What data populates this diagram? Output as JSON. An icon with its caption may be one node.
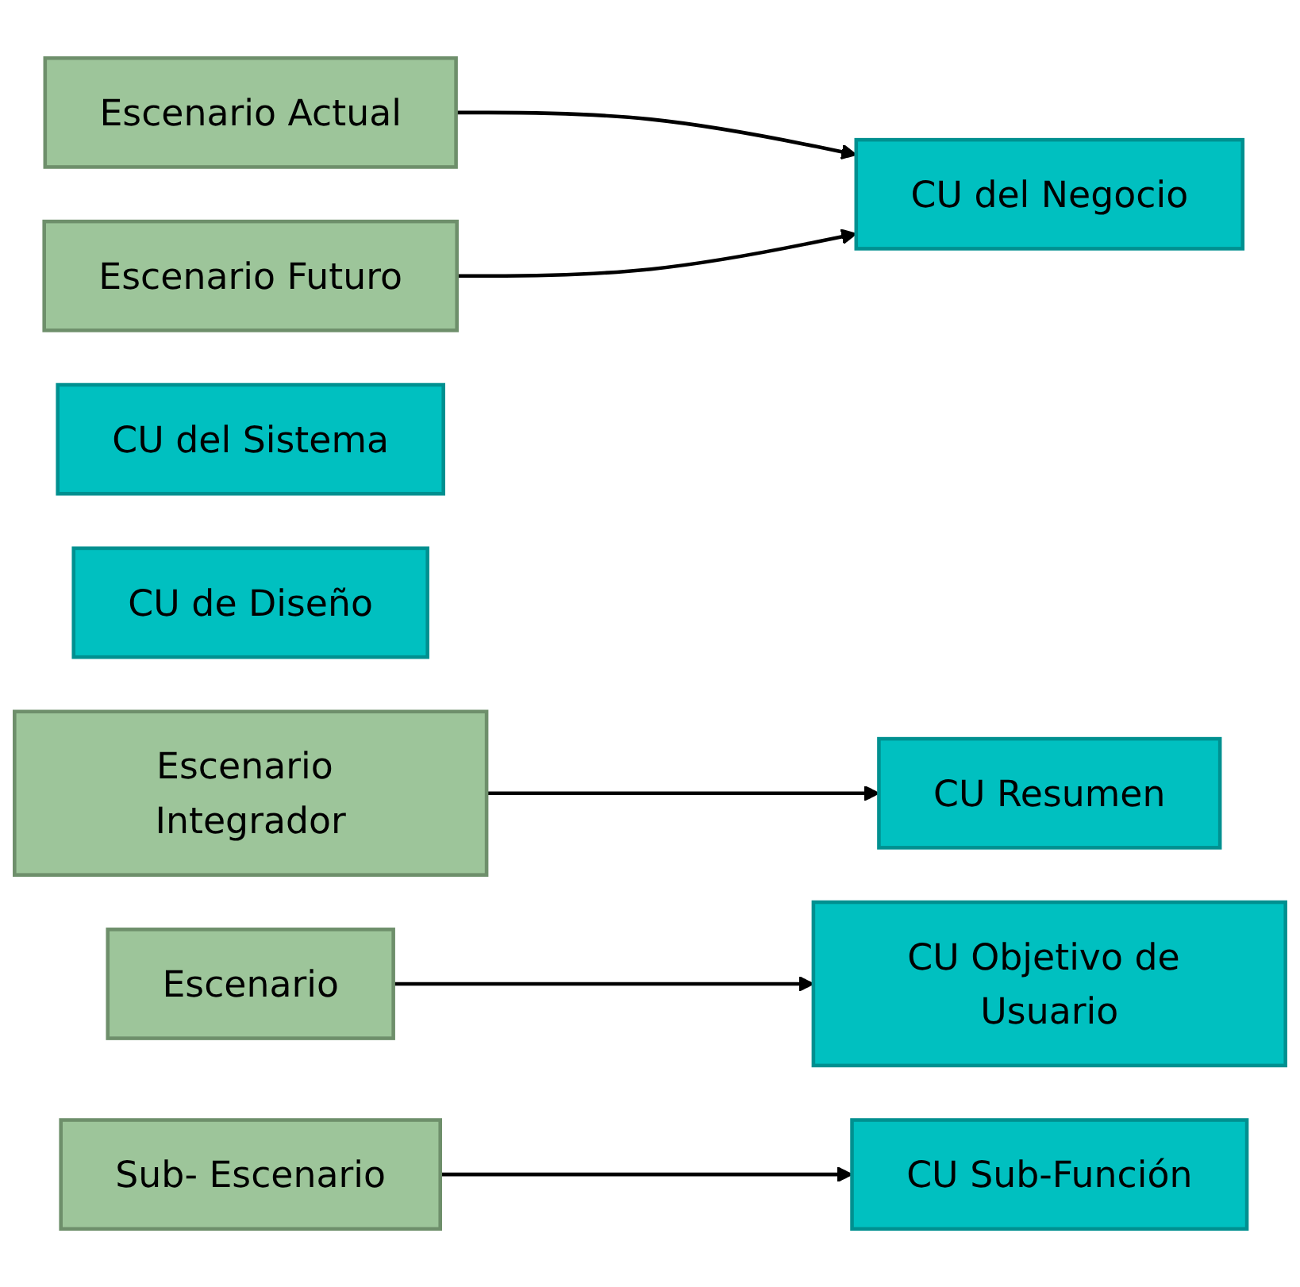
{
  "diagram": {
    "nodes": [
      {
        "text": [
          "Escenario Actual"
        ]
      },
      {
        "text": [
          "Escenario Futuro"
        ]
      },
      {
        "text": [
          "CU del Negocio"
        ]
      },
      {
        "text": [
          "CU del Sistema"
        ]
      },
      {
        "text": [
          "CU de Diseño"
        ]
      },
      {
        "text": [
          "Escenario Integrador"
        ]
      },
      {
        "text": [
          "Escenario"
        ]
      },
      {
        "text": [
          "Sub- Escenario"
        ]
      },
      {
        "text": [
          "CU Resumen"
        ]
      },
      {
        "text": [
          "CU Objetivo de Usuario"
        ]
      },
      {
        "text": [
          "CU Sub-Función"
        ]
      }
    ],
    "edges": [
      {
        "from": 0,
        "to": 2,
        "arrow": "to"
      },
      {
        "from": 1,
        "to": 2,
        "arrow": "to"
      },
      {
        "from": 5,
        "to": 8,
        "arrow": "to"
      },
      {
        "from": 6,
        "to": 9,
        "arrow": "to"
      },
      {
        "from": 7,
        "to": 10,
        "arrow": "to"
      }
    ]
  }
}
